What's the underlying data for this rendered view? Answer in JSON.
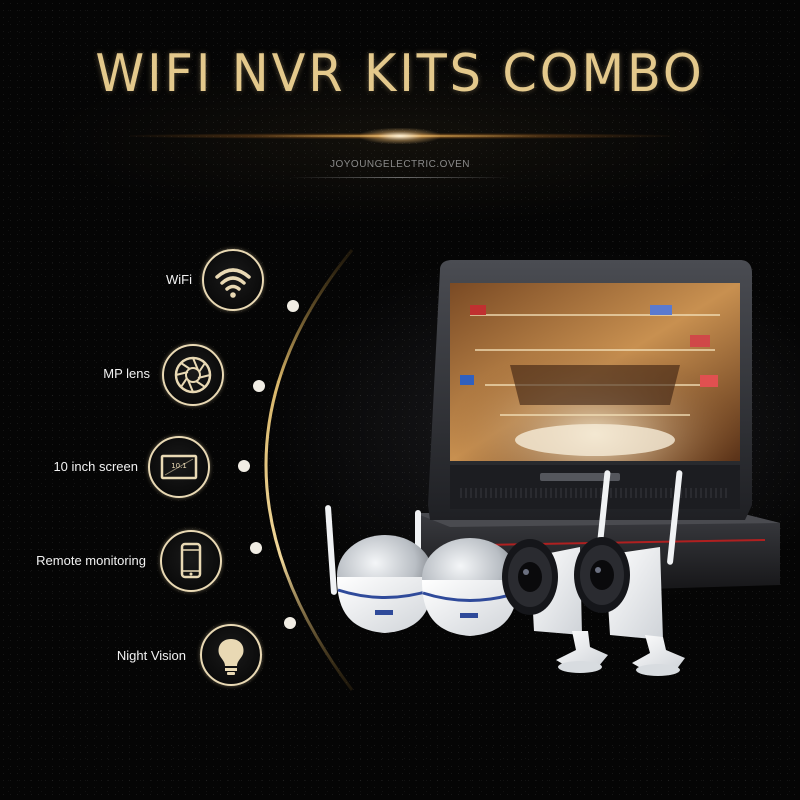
{
  "title": "WIFI NVR KITS COMBO",
  "subtitle": "JOYOUNGELECTRIC.OVEN",
  "features": [
    {
      "label": "WiFi",
      "icon": "wifi-icon"
    },
    {
      "label": "MP lens",
      "icon": "lens-aperture-icon"
    },
    {
      "label": "10 inch screen",
      "icon": "screen-icon",
      "badge": "10.1"
    },
    {
      "label": "Remote monitoring",
      "icon": "smartphone-icon"
    },
    {
      "label": "Night Vision",
      "icon": "light-bulb-icon"
    }
  ],
  "colors": {
    "title_gold": "#e4c98c",
    "icon_ring": "#e9d9b4",
    "background": "#050505"
  }
}
